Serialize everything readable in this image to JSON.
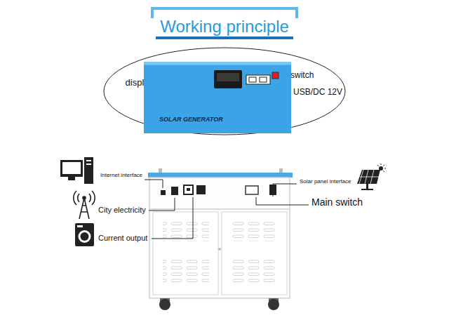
{
  "diagram": {
    "title": "Working principle",
    "nodes": [
      {
        "text": [
          "SOLAR GENERATOR"
        ]
      }
    ],
    "labels": [
      "display",
      "switch",
      "USB/DC 12V",
      "Internet interface",
      "City electricity",
      "Current output",
      "Solar panel interface",
      "Main switch"
    ]
  }
}
